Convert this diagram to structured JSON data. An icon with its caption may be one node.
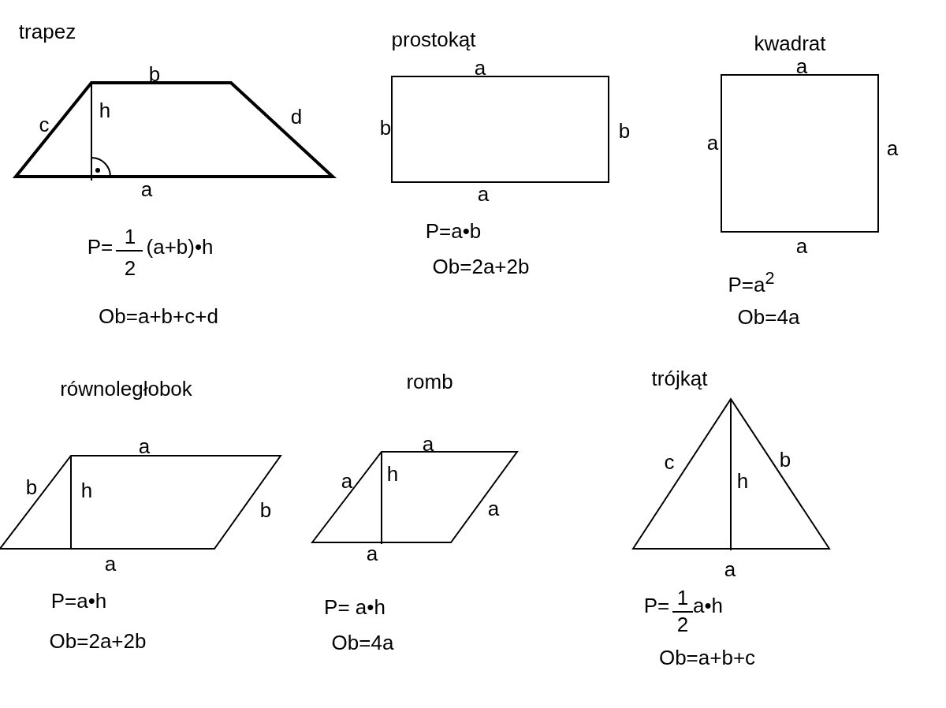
{
  "diagram": {
    "labels": [
      "trapez",
      "prostokąt",
      "kwadrat",
      "b",
      "a",
      "a",
      "h",
      "c",
      "d",
      "b",
      "b",
      "a",
      "a",
      "a",
      "a",
      "P=a•b",
      "P=",
      "1",
      "(a+b)•h",
      "2",
      "a",
      "Ob=2a+2b",
      "P=a$^{2}$",
      "Ob=a+b+c+d",
      "Ob=4a",
      "równoległobok",
      "romb",
      "trójkąt",
      "a",
      "a",
      "b",
      "h",
      "a",
      "h",
      "c",
      "b",
      "h",
      "b",
      "a",
      "a",
      "a",
      "a",
      "P=a•h",
      "P= a•h",
      "P=",
      "1",
      "a•h",
      "2",
      "Ob=2a+2b",
      "Ob=4a",
      "Ob=a+b+c"
    ]
  }
}
